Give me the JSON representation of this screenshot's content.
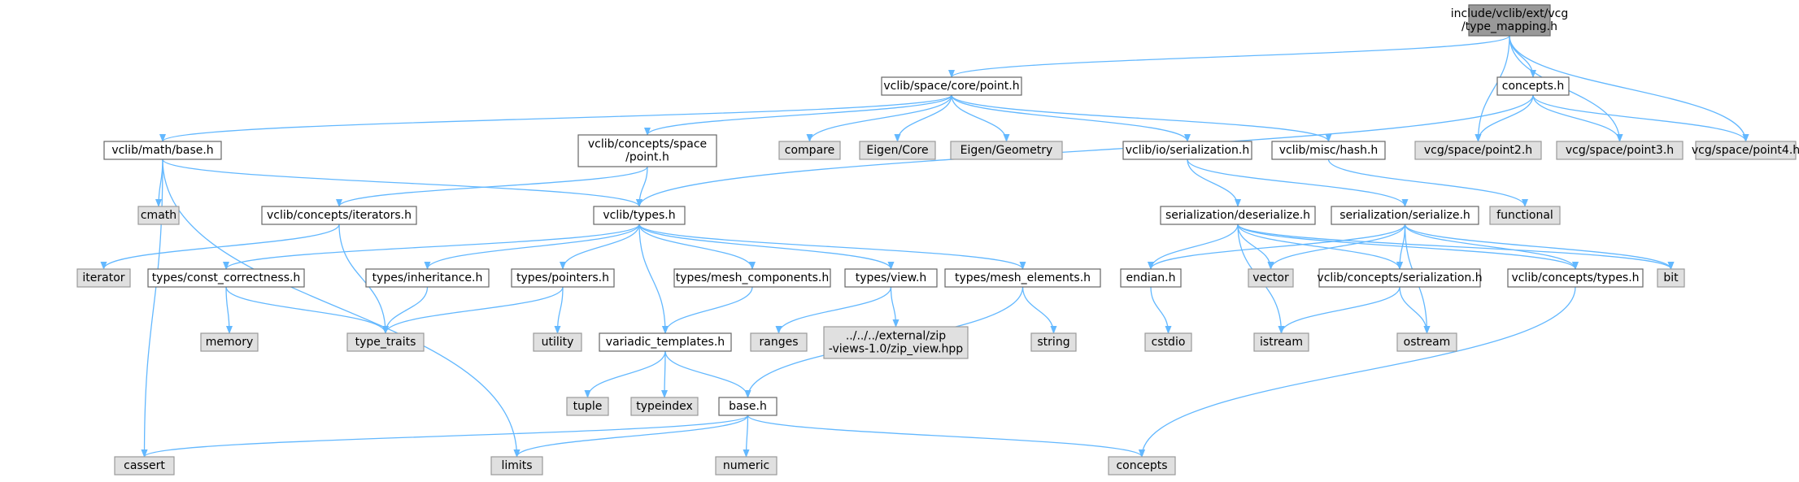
{
  "colors": {
    "root_fill": "#999999",
    "root_stroke": "#666666",
    "internal_fill": "#ffffff",
    "internal_stroke": "#666666",
    "external_fill": "#e0e0e0",
    "external_stroke": "#999999",
    "edge": "#63b8ff"
  },
  "nodes": [
    {
      "id": "type_mapping",
      "kind": "root",
      "lines": [
        "include/vclib/ext/vcg",
        "/type_mapping.h"
      ]
    },
    {
      "id": "point_core",
      "kind": "internal",
      "lines": [
        "vclib/space/core/point.h"
      ]
    },
    {
      "id": "concepts_h",
      "kind": "internal",
      "lines": [
        "concepts.h"
      ]
    },
    {
      "id": "math_base",
      "kind": "internal",
      "lines": [
        "vclib/math/base.h"
      ]
    },
    {
      "id": "concepts_space_point",
      "kind": "internal",
      "lines": [
        "vclib/concepts/space",
        "/point.h"
      ]
    },
    {
      "id": "compare",
      "kind": "external",
      "lines": [
        "compare"
      ]
    },
    {
      "id": "eigen_core",
      "kind": "external",
      "lines": [
        "Eigen/Core"
      ]
    },
    {
      "id": "eigen_geometry",
      "kind": "external",
      "lines": [
        "Eigen/Geometry"
      ]
    },
    {
      "id": "io_serialization",
      "kind": "internal",
      "lines": [
        "vclib/io/serialization.h"
      ]
    },
    {
      "id": "misc_hash",
      "kind": "internal",
      "lines": [
        "vclib/misc/hash.h"
      ]
    },
    {
      "id": "vcg_point2",
      "kind": "external",
      "lines": [
        "vcg/space/point2.h"
      ]
    },
    {
      "id": "vcg_point3",
      "kind": "external",
      "lines": [
        "vcg/space/point3.h"
      ]
    },
    {
      "id": "vcg_point4",
      "kind": "external",
      "lines": [
        "vcg/space/point4.h"
      ]
    },
    {
      "id": "cmath",
      "kind": "external",
      "lines": [
        "cmath"
      ]
    },
    {
      "id": "concepts_iterators",
      "kind": "internal",
      "lines": [
        "vclib/concepts/iterators.h"
      ]
    },
    {
      "id": "vclib_types",
      "kind": "internal",
      "lines": [
        "vclib/types.h"
      ]
    },
    {
      "id": "ser_deserialize",
      "kind": "internal",
      "lines": [
        "serialization/deserialize.h"
      ]
    },
    {
      "id": "ser_serialize",
      "kind": "internal",
      "lines": [
        "serialization/serialize.h"
      ]
    },
    {
      "id": "functional",
      "kind": "external",
      "lines": [
        "functional"
      ]
    },
    {
      "id": "iterator",
      "kind": "external",
      "lines": [
        "iterator"
      ]
    },
    {
      "id": "const_correctness",
      "kind": "internal",
      "lines": [
        "types/const_correctness.h"
      ]
    },
    {
      "id": "inheritance",
      "kind": "internal",
      "lines": [
        "types/inheritance.h"
      ]
    },
    {
      "id": "pointers",
      "kind": "internal",
      "lines": [
        "types/pointers.h"
      ]
    },
    {
      "id": "mesh_components",
      "kind": "internal",
      "lines": [
        "types/mesh_components.h"
      ]
    },
    {
      "id": "types_view",
      "kind": "internal",
      "lines": [
        "types/view.h"
      ]
    },
    {
      "id": "mesh_elements",
      "kind": "internal",
      "lines": [
        "types/mesh_elements.h"
      ]
    },
    {
      "id": "endian",
      "kind": "internal",
      "lines": [
        "endian.h"
      ]
    },
    {
      "id": "vector",
      "kind": "external",
      "lines": [
        "vector"
      ]
    },
    {
      "id": "concepts_serialization",
      "kind": "internal",
      "lines": [
        "vclib/concepts/serialization.h"
      ]
    },
    {
      "id": "concepts_types",
      "kind": "internal",
      "lines": [
        "vclib/concepts/types.h"
      ]
    },
    {
      "id": "bit",
      "kind": "external",
      "lines": [
        "bit"
      ]
    },
    {
      "id": "memory",
      "kind": "external",
      "lines": [
        "memory"
      ]
    },
    {
      "id": "type_traits",
      "kind": "external",
      "lines": [
        "type_traits"
      ]
    },
    {
      "id": "utility",
      "kind": "external",
      "lines": [
        "utility"
      ]
    },
    {
      "id": "variadic_templates",
      "kind": "internal",
      "lines": [
        "variadic_templates.h"
      ]
    },
    {
      "id": "ranges",
      "kind": "external",
      "lines": [
        "ranges"
      ]
    },
    {
      "id": "zip_view",
      "kind": "external",
      "lines": [
        "../../../external/zip",
        "-views-1.0/zip_view.hpp"
      ]
    },
    {
      "id": "string",
      "kind": "external",
      "lines": [
        "string"
      ]
    },
    {
      "id": "cstdio",
      "kind": "external",
      "lines": [
        "cstdio"
      ]
    },
    {
      "id": "istream",
      "kind": "external",
      "lines": [
        "istream"
      ]
    },
    {
      "id": "ostream",
      "kind": "external",
      "lines": [
        "ostream"
      ]
    },
    {
      "id": "tuple",
      "kind": "external",
      "lines": [
        "tuple"
      ]
    },
    {
      "id": "typeindex",
      "kind": "external",
      "lines": [
        "typeindex"
      ]
    },
    {
      "id": "base_h",
      "kind": "internal",
      "lines": [
        "base.h"
      ]
    },
    {
      "id": "cassert",
      "kind": "external",
      "lines": [
        "cassert"
      ]
    },
    {
      "id": "limits",
      "kind": "external",
      "lines": [
        "limits"
      ]
    },
    {
      "id": "numeric",
      "kind": "external",
      "lines": [
        "numeric"
      ]
    },
    {
      "id": "concepts",
      "kind": "external",
      "lines": [
        "concepts"
      ]
    }
  ],
  "edges": [
    [
      "type_mapping",
      "point_core"
    ],
    [
      "type_mapping",
      "concepts_h"
    ],
    [
      "type_mapping",
      "vcg_point2"
    ],
    [
      "type_mapping",
      "vcg_point3"
    ],
    [
      "type_mapping",
      "vcg_point4"
    ],
    [
      "point_core",
      "math_base"
    ],
    [
      "point_core",
      "concepts_space_point"
    ],
    [
      "point_core",
      "compare"
    ],
    [
      "point_core",
      "eigen_core"
    ],
    [
      "point_core",
      "eigen_geometry"
    ],
    [
      "point_core",
      "io_serialization"
    ],
    [
      "point_core",
      "misc_hash"
    ],
    [
      "concepts_h",
      "vclib_types"
    ],
    [
      "concepts_h",
      "vcg_point2"
    ],
    [
      "concepts_h",
      "vcg_point3"
    ],
    [
      "concepts_h",
      "vcg_point4"
    ],
    [
      "math_base",
      "cmath"
    ],
    [
      "math_base",
      "vclib_types"
    ],
    [
      "math_base",
      "cassert"
    ],
    [
      "math_base",
      "limits"
    ],
    [
      "concepts_space_point",
      "concepts_iterators"
    ],
    [
      "concepts_space_point",
      "vclib_types"
    ],
    [
      "io_serialization",
      "ser_deserialize"
    ],
    [
      "io_serialization",
      "ser_serialize"
    ],
    [
      "misc_hash",
      "functional"
    ],
    [
      "concepts_iterators",
      "iterator"
    ],
    [
      "concepts_iterators",
      "type_traits"
    ],
    [
      "vclib_types",
      "const_correctness"
    ],
    [
      "vclib_types",
      "inheritance"
    ],
    [
      "vclib_types",
      "pointers"
    ],
    [
      "vclib_types",
      "mesh_components"
    ],
    [
      "vclib_types",
      "types_view"
    ],
    [
      "vclib_types",
      "mesh_elements"
    ],
    [
      "vclib_types",
      "variadic_templates"
    ],
    [
      "const_correctness",
      "memory"
    ],
    [
      "const_correctness",
      "type_traits"
    ],
    [
      "inheritance",
      "type_traits"
    ],
    [
      "pointers",
      "type_traits"
    ],
    [
      "pointers",
      "utility"
    ],
    [
      "mesh_components",
      "variadic_templates"
    ],
    [
      "types_view",
      "ranges"
    ],
    [
      "types_view",
      "zip_view"
    ],
    [
      "mesh_elements",
      "string"
    ],
    [
      "mesh_elements",
      "base_h"
    ],
    [
      "variadic_templates",
      "tuple"
    ],
    [
      "variadic_templates",
      "typeindex"
    ],
    [
      "variadic_templates",
      "base_h"
    ],
    [
      "base_h",
      "cassert"
    ],
    [
      "base_h",
      "limits"
    ],
    [
      "base_h",
      "numeric"
    ],
    [
      "base_h",
      "concepts"
    ],
    [
      "ser_deserialize",
      "endian"
    ],
    [
      "ser_deserialize",
      "vector"
    ],
    [
      "ser_deserialize",
      "istream"
    ],
    [
      "ser_deserialize",
      "concepts_serialization"
    ],
    [
      "ser_deserialize",
      "concepts_types"
    ],
    [
      "ser_deserialize",
      "bit"
    ],
    [
      "ser_serialize",
      "endian"
    ],
    [
      "ser_serialize",
      "vector"
    ],
    [
      "ser_serialize",
      "concepts_serialization"
    ],
    [
      "ser_serialize",
      "concepts_types"
    ],
    [
      "ser_serialize",
      "bit"
    ],
    [
      "ser_serialize",
      "ostream"
    ],
    [
      "endian",
      "cstdio"
    ],
    [
      "concepts_serialization",
      "istream"
    ],
    [
      "concepts_serialization",
      "ostream"
    ],
    [
      "concepts_types",
      "concepts"
    ]
  ]
}
